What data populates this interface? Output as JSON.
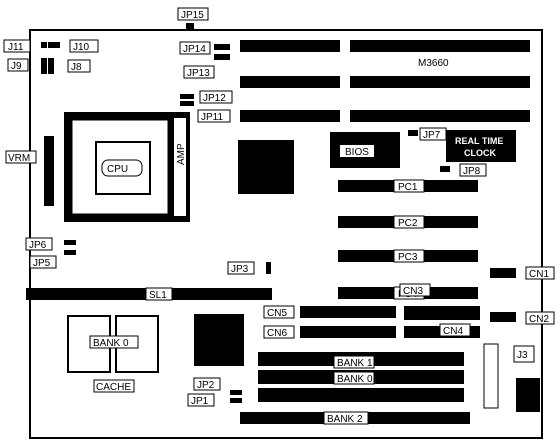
{
  "board": {
    "model": "M3660",
    "cpu": "CPU",
    "socket_brand": "AMP",
    "bios": "BIOS",
    "rtc_line1": "REAL TIME",
    "rtc_line2": "CLOCK",
    "cache": "CACHE"
  },
  "jumpers": {
    "jp1": "JP1",
    "jp2": "JP2",
    "jp3": "JP3",
    "jp5": "JP5",
    "jp6": "JP6",
    "jp7": "JP7",
    "jp8": "JP8",
    "jp9": "J9",
    "jp10": "J10",
    "jp11": "J11",
    "jp8b": "J8",
    "jp11b": "JP11",
    "jp12": "JP12",
    "jp13": "JP13",
    "jp14": "JP14",
    "jp15": "JP15"
  },
  "connectors": {
    "cn1": "CN1",
    "cn2": "CN2",
    "cn3": "CN3",
    "cn4": "CN4",
    "cn5": "CN5",
    "cn6": "CN6",
    "j3": "J3",
    "vrm": "VRM"
  },
  "slots": {
    "pc1": "PC1",
    "pc2": "PC2",
    "pc3": "PC3",
    "pc4": "PC4",
    "sl1": "SL1"
  },
  "memory": {
    "bank0_cache": "BANK 0",
    "bank1": "BANK 1",
    "bank0": "BANK 0",
    "bank2": "BANK 2"
  }
}
